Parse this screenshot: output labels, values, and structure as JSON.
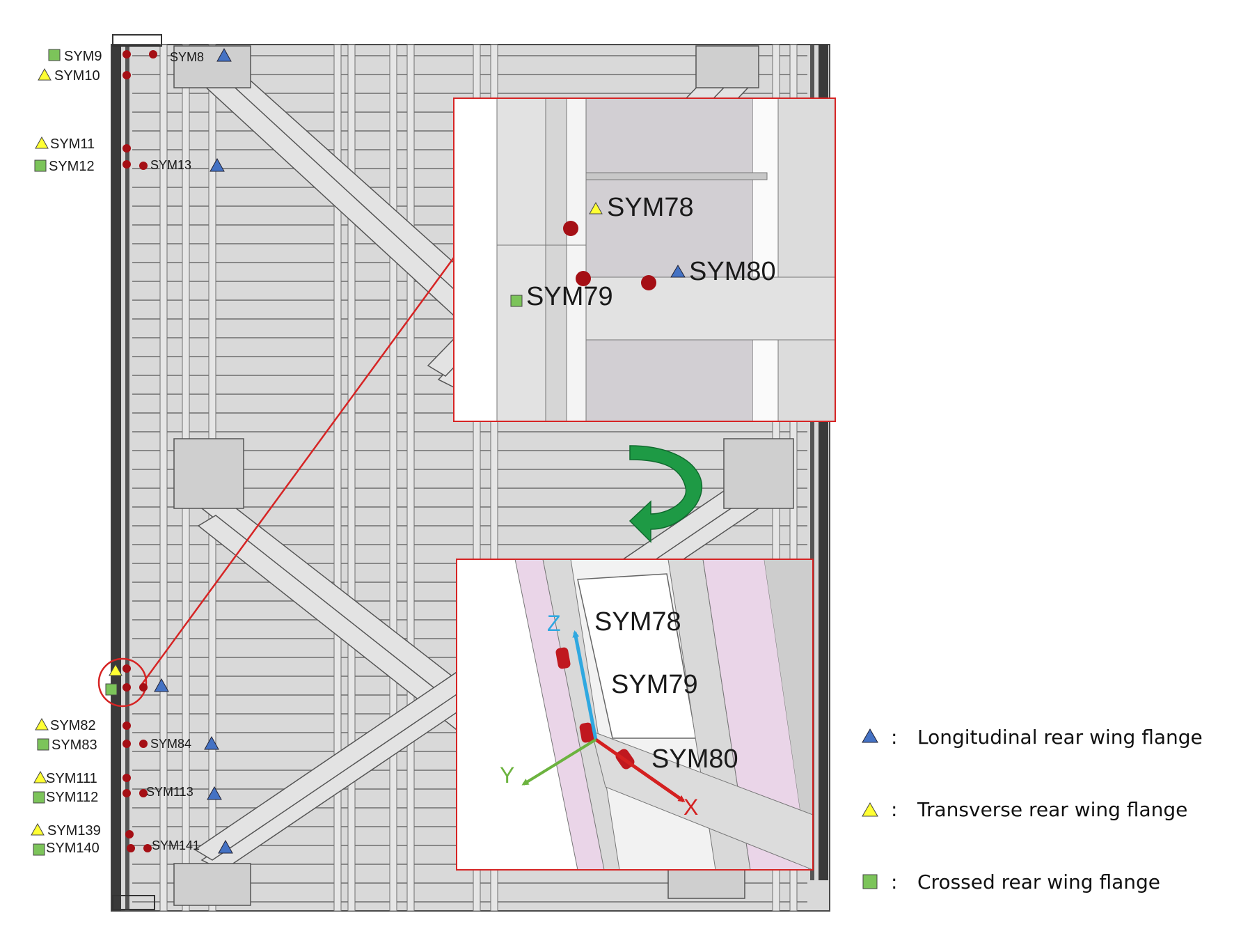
{
  "colors": {
    "frame_fill": "#d9d9d9",
    "frame_line": "#4a4a4a",
    "dark_rail": "#3a3a3a",
    "marker_red": "#a50f15",
    "triangle_blue": "#4472c4",
    "triangle_yellow": "#ffff33",
    "square_green": "#7cc45a",
    "connector_red": "#d62424",
    "rotate_arrow": "#1e9a45",
    "axis_x": "#d42020",
    "axis_y": "#6cb33f",
    "axis_z": "#2fa8e0",
    "pink_panel": "#ead5e8"
  },
  "icons": {
    "longitudinal": "blue-triangle-icon",
    "transverse": "yellow-triangle-icon",
    "crossed": "green-square-icon",
    "rotate": "curved-arrow-icon"
  },
  "left_labels": [
    {
      "id": "sym9",
      "text": "SYM9",
      "marker": "square"
    },
    {
      "id": "sym10",
      "text": "SYM10",
      "marker": "triangle-yellow"
    },
    {
      "id": "sym11",
      "text": "SYM11",
      "marker": "triangle-yellow"
    },
    {
      "id": "sym12",
      "text": "SYM12",
      "marker": "square"
    },
    {
      "id": "sym82",
      "text": "SYM82",
      "marker": "triangle-yellow"
    },
    {
      "id": "sym83",
      "text": "SYM83",
      "marker": "square"
    },
    {
      "id": "sym111",
      "text": "SYM111",
      "marker": "triangle-yellow"
    },
    {
      "id": "sym112",
      "text": "SYM112",
      "marker": "square"
    },
    {
      "id": "sym139",
      "text": "SYM139",
      "marker": "triangle-yellow"
    },
    {
      "id": "sym140",
      "text": "SYM140",
      "marker": "square"
    }
  ],
  "inner_labels": [
    {
      "id": "sym8",
      "text": "SYM8"
    },
    {
      "id": "sym13",
      "text": "SYM13"
    },
    {
      "id": "sym84",
      "text": "SYM84"
    },
    {
      "id": "sym113",
      "text": "SYM113"
    },
    {
      "id": "sym141",
      "text": "SYM141"
    }
  ],
  "inset_top": {
    "labels": {
      "a": "SYM78",
      "b": "SYM80",
      "c": "SYM79"
    }
  },
  "inset_bottom": {
    "labels": {
      "a": "SYM78",
      "b": "SYM79",
      "c": "SYM80"
    },
    "axes": {
      "x": "X",
      "y": "Y",
      "z": "Z"
    }
  },
  "legend": {
    "separator": ":",
    "items": [
      {
        "id": "longitudinal",
        "text": "Longitudinal rear wing flange"
      },
      {
        "id": "transverse",
        "text": "Transverse rear wing flange"
      },
      {
        "id": "crossed",
        "text": "Crossed rear wing flange"
      }
    ]
  }
}
